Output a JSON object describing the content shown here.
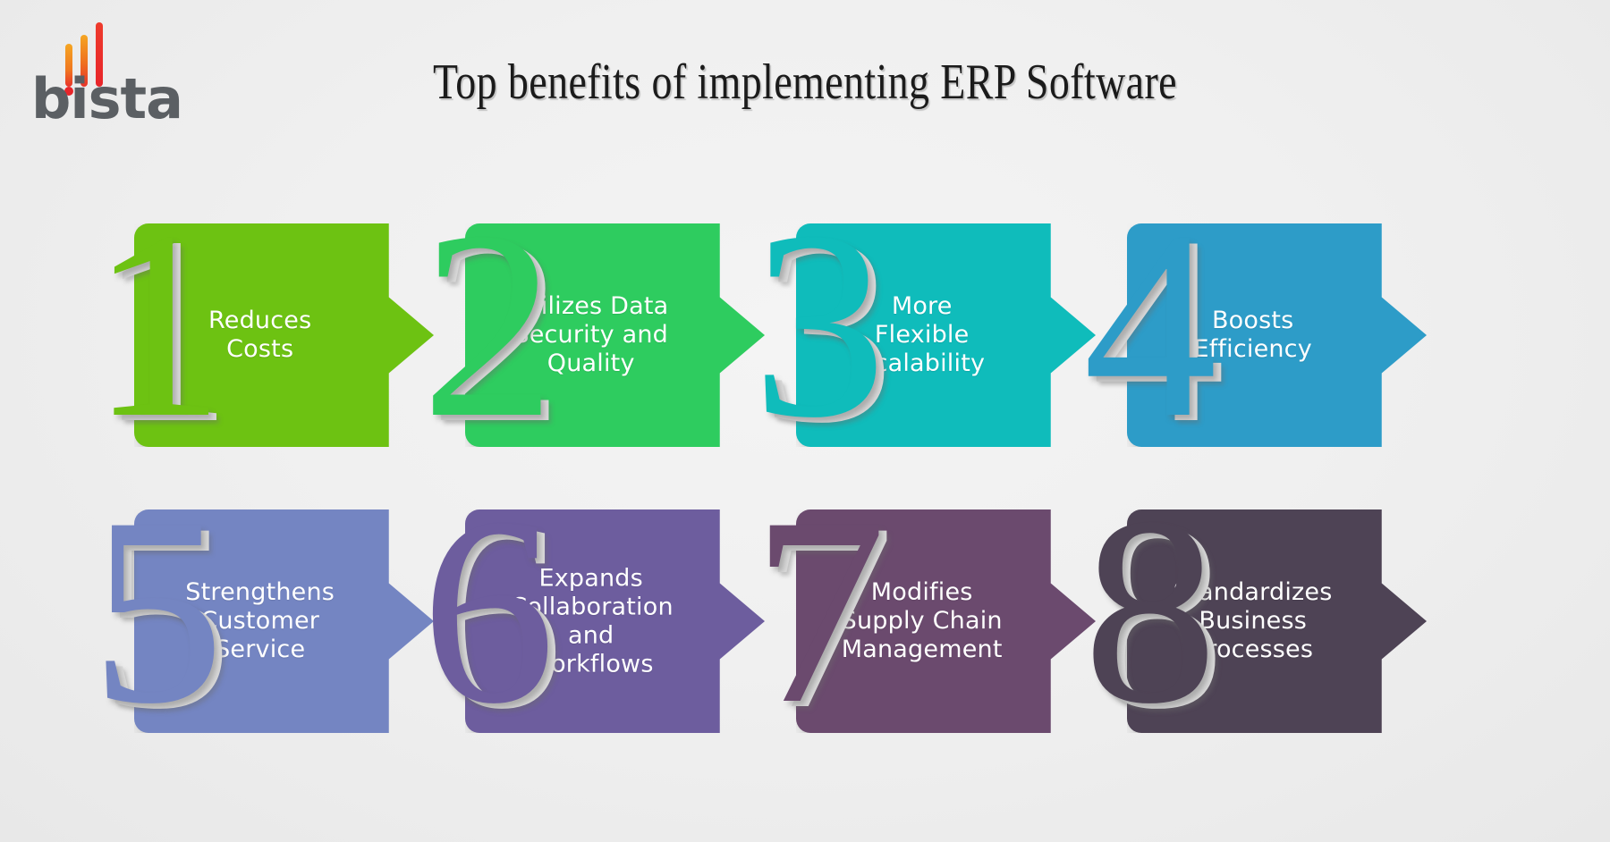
{
  "brand": {
    "name": "bista",
    "logo_icon": "bista-bars-logo",
    "bar_colors": [
      "#f5a623",
      "#ef6f1f",
      "#e8252a"
    ]
  },
  "header": {
    "title": "Top benefits of implementing ERP Software"
  },
  "background_color": "#f0f0f0",
  "benefits": [
    {
      "number": "1",
      "label": "Reduces Costs",
      "color": "#6DC212",
      "numeral_shadow": "#d9d9d9"
    },
    {
      "number": "2",
      "label": "Utilizes Data Security and Quality",
      "color": "#2ECC5F",
      "numeral_shadow": "#d9d9d9"
    },
    {
      "number": "3",
      "label": "More Flexible Scalability",
      "color": "#0FBCBB",
      "numeral_shadow": "#d9d9d9"
    },
    {
      "number": "4",
      "label": "Boosts Efficiency",
      "color": "#2D9CC8",
      "numeral_shadow": "#d9d9d9"
    },
    {
      "number": "5",
      "label": "Strengthens Customer Service",
      "color": "#7485C2",
      "numeral_shadow": "#d9d9d9"
    },
    {
      "number": "6",
      "label": "Expands Collaboration and Workflows",
      "color": "#6D5D9E",
      "numeral_shadow": "#d9d9d9"
    },
    {
      "number": "7",
      "label": "Modifies Supply Chain Management",
      "color": "#6B4A6E",
      "numeral_shadow": "#d9d9d9"
    },
    {
      "number": "8",
      "label": "Standardizes Business Processes",
      "color": "#4E4355",
      "numeral_shadow": "#d9d9d9"
    }
  ]
}
